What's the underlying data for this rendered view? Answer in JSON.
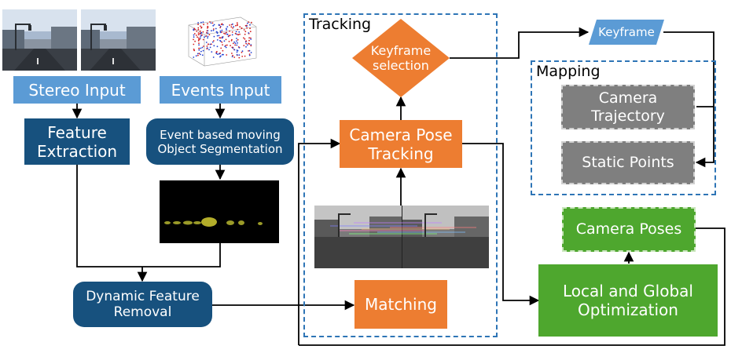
{
  "tracking": {
    "label": "Tracking"
  },
  "mapping": {
    "label": "Mapping"
  },
  "stereo_input": {
    "label": "Stereo Input"
  },
  "events_input": {
    "label": "Events Input"
  },
  "feature_extraction": {
    "label": "Feature\nExtraction"
  },
  "event_segmentation": {
    "label": "Event based moving\nObject Segmentation"
  },
  "dynamic_feature_removal": {
    "label": "Dynamic Feature\nRemoval"
  },
  "keyframe_selection": {
    "label": "Keyframe\nselection"
  },
  "camera_pose_tracking": {
    "label": "Camera Pose\nTracking"
  },
  "matching": {
    "label": "Matching"
  },
  "keyframe": {
    "label": "Keyframe"
  },
  "camera_trajectory": {
    "label": "Camera\nTrajectory"
  },
  "static_points": {
    "label": "Static Points"
  },
  "camera_poses": {
    "label": "Camera Poses"
  },
  "local_global_optimization": {
    "label": "Local and Global\nOptimization"
  },
  "colors": {
    "light_blue": "#5b9bd5",
    "dark_blue": "#17517e",
    "orange": "#ed7d31",
    "green": "#4ea72e",
    "gray": "#7f7f7f",
    "region_border": "#2e75b6"
  }
}
